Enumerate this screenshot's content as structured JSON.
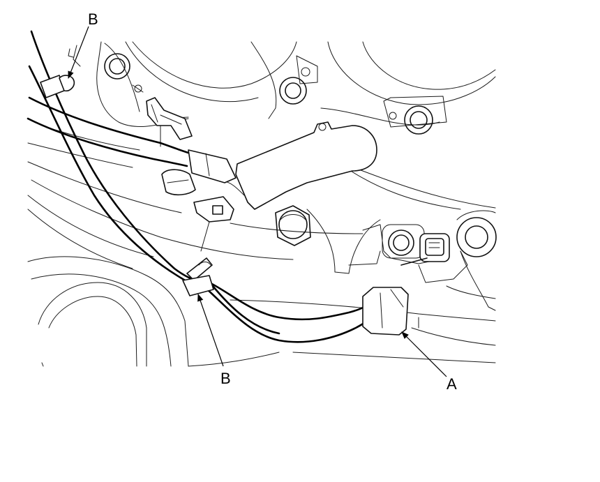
{
  "callouts": {
    "connector": "A",
    "clip_top": "B",
    "clip_bottom": "B"
  },
  "colors": {
    "ink": "#000000",
    "background": "#ffffff"
  }
}
